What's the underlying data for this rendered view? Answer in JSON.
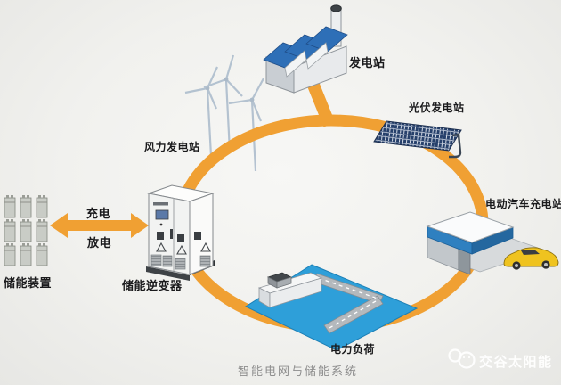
{
  "diagram": {
    "caption": "智能电网与储能系统",
    "nodes": {
      "power_station": {
        "label": "发电站"
      },
      "pv_station": {
        "label": "光伏发电站"
      },
      "ev_charging_station": {
        "label": "电动汽车充电站"
      },
      "power_load": {
        "label": "电力负荷"
      },
      "wind_station": {
        "label": "风力发电站"
      },
      "storage_inverter": {
        "label": "储能逆变器"
      },
      "storage_device": {
        "label": "储能装置"
      }
    },
    "flows": {
      "charge_label": "充电",
      "discharge_label": "放电"
    },
    "watermark": {
      "text": "交谷太阳能"
    },
    "colors": {
      "ring_orange": "#F0A033",
      "roof_blue": "#2E6FB7",
      "panel_navy": "#26406B",
      "ground_cyan": "#2E9FD9",
      "canopy_blue": "#2F80C0",
      "car_yellow": "#EFC31F",
      "label_dark": "#1A1A1C",
      "caption_gray": "#8D8D8D"
    }
  }
}
